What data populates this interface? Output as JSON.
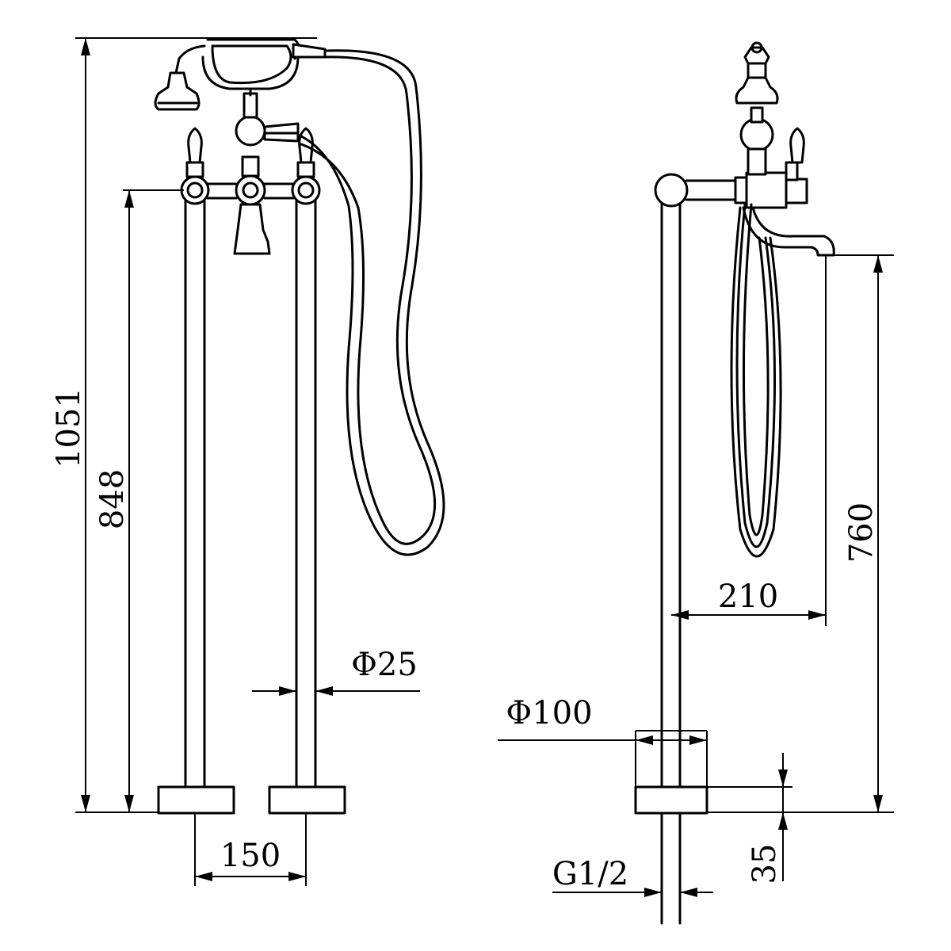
{
  "dimensions": {
    "overall_height": "1051",
    "handle_height": "848",
    "tap_centres": "150",
    "pipe_diameter": "Φ25",
    "base_diameter": "Φ100",
    "spout_reach": "210",
    "spout_height": "760",
    "base_thickness": "35",
    "thread": "G1/2"
  }
}
